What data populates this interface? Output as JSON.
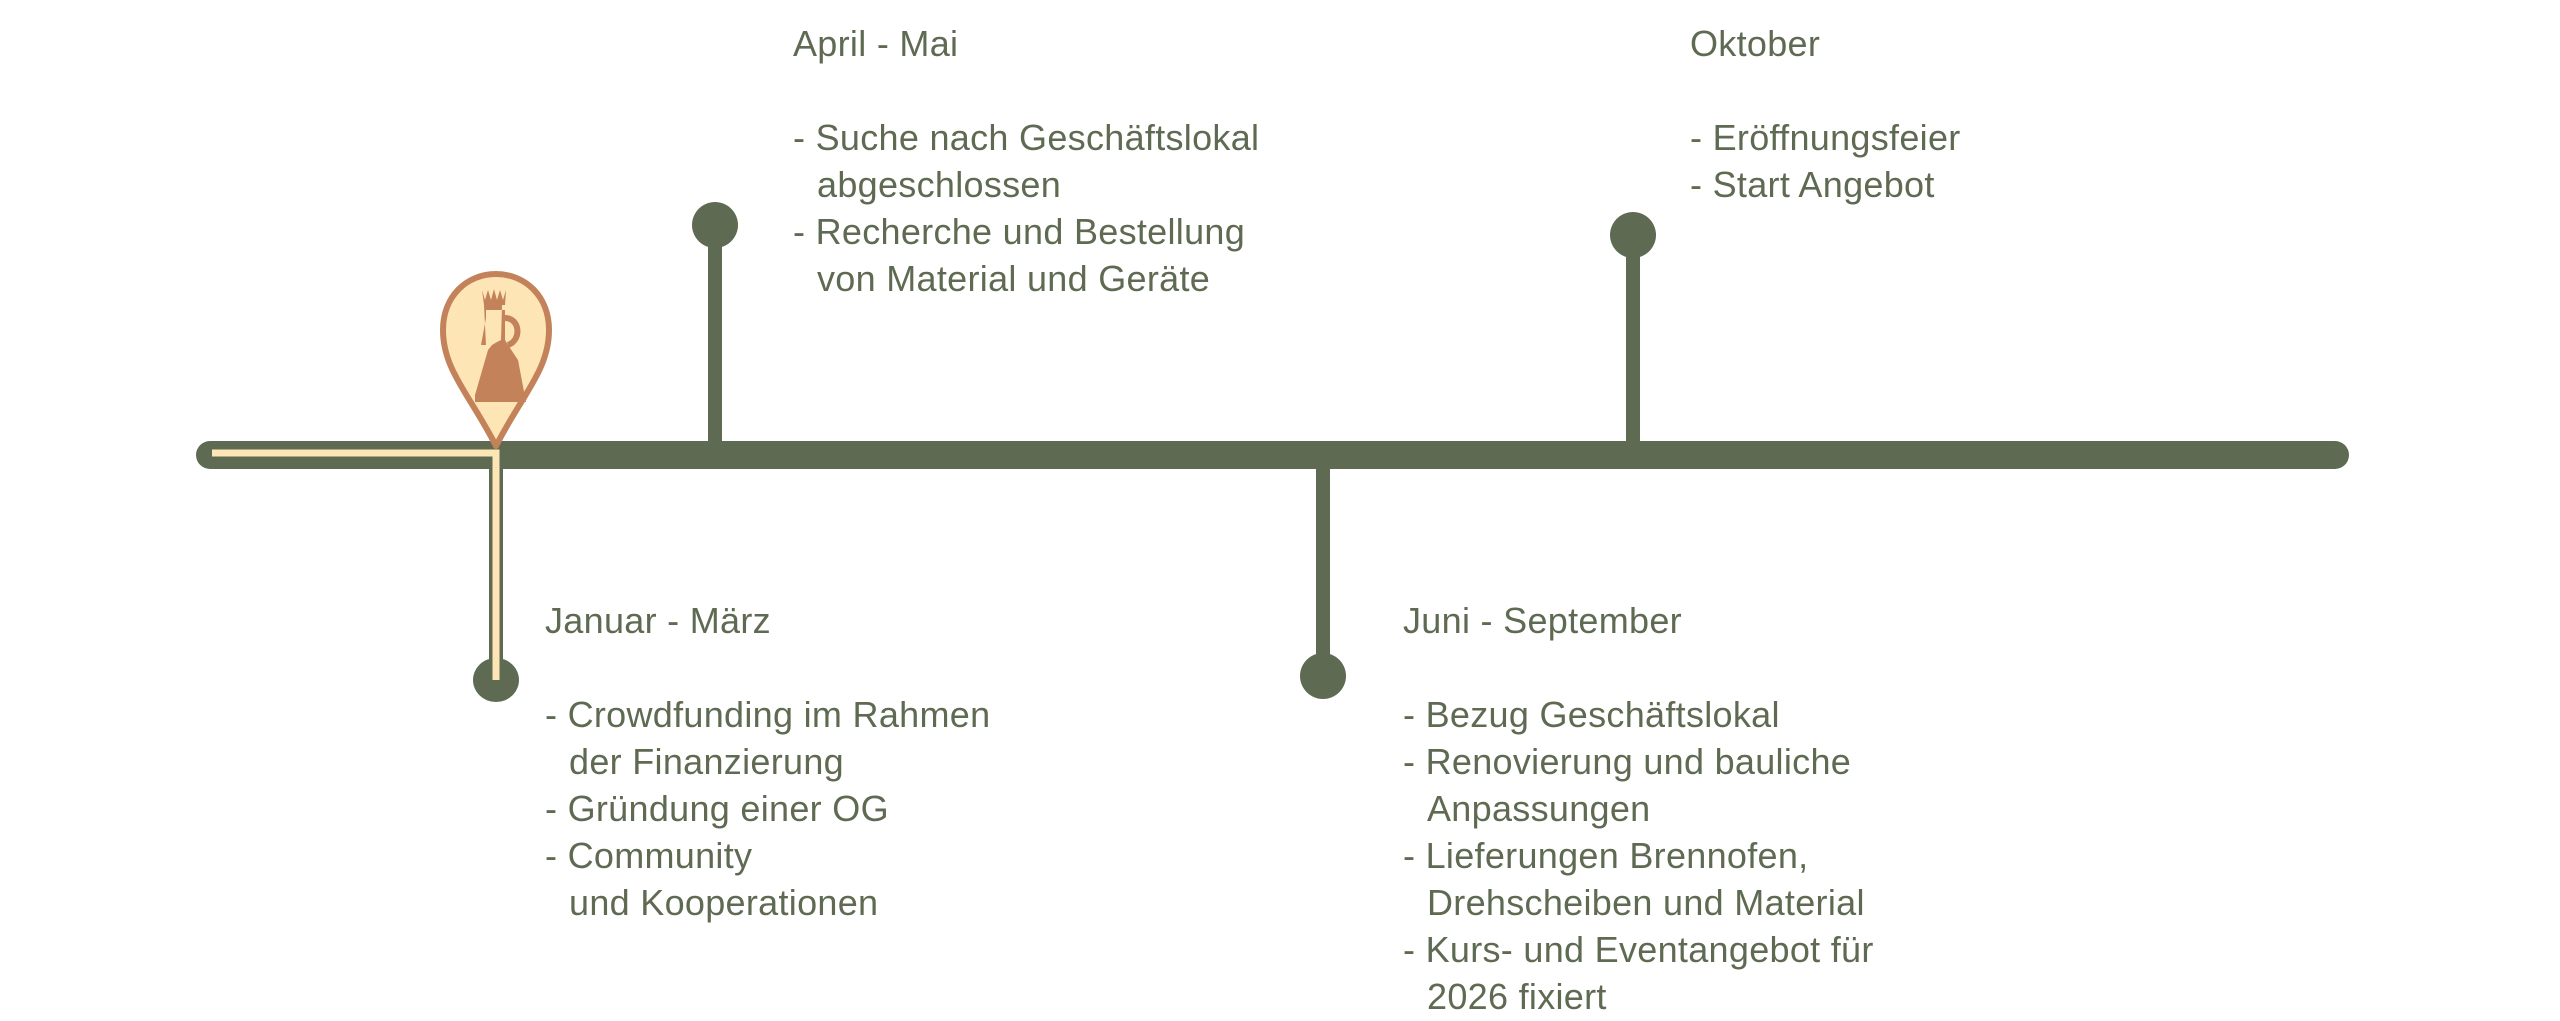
{
  "colors": {
    "line": "#5e6b52",
    "cream": "#fde5b5",
    "terracotta": "#c4825a",
    "text": "#5e6b52"
  },
  "pin_icon": "jug-figure-icon",
  "milestones": [
    {
      "title": "Januar - März",
      "items": [
        [
          "- Crowdfunding im Rahmen",
          "der Finanzierung"
        ],
        [
          "- Gründung einer OG"
        ],
        [
          "- Community",
          "und Kooperationen"
        ]
      ]
    },
    {
      "title": "April - Mai",
      "items": [
        [
          "- Suche nach Geschäftslokal",
          "abgeschlossen"
        ],
        [
          "- Recherche und Bestellung",
          "von Material und Geräte"
        ]
      ]
    },
    {
      "title": "Juni - September",
      "items": [
        [
          "- Bezug Geschäftslokal"
        ],
        [
          "- Renovierung und bauliche",
          "Anpassungen"
        ],
        [
          "- Lieferungen Brennofen,",
          "Drehscheiben und Material"
        ],
        [
          "- Kurs- und Eventangebot für",
          "2026 fixiert"
        ]
      ]
    },
    {
      "title": "Oktober",
      "items": [
        [
          "- Eröffnungsfeier"
        ],
        [
          "- Start Angebot"
        ]
      ]
    }
  ]
}
